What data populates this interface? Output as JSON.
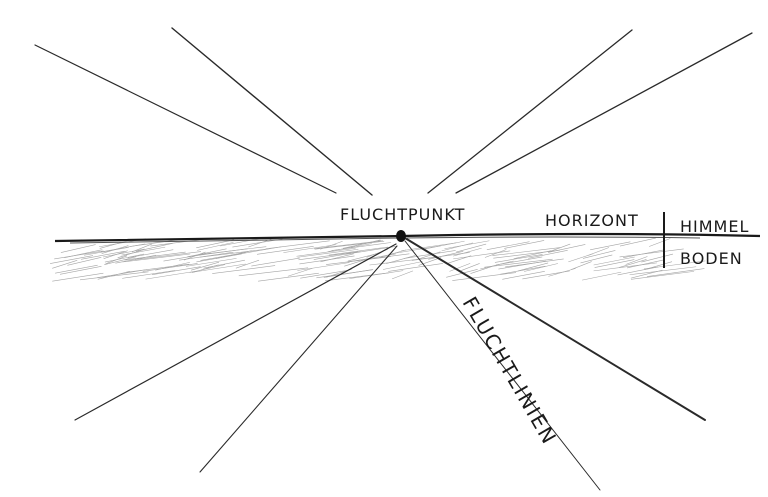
{
  "labels": {
    "vanishing_point": "FLUCHTPUNKT",
    "horizon": "HORIZONT",
    "sky": "HIMMEL",
    "ground": "BODEN",
    "vanishing_lines": "FLUCHTLINIEN"
  },
  "colors": {
    "ink": "#1a1a1a",
    "hatch": "#9a9a9a"
  }
}
